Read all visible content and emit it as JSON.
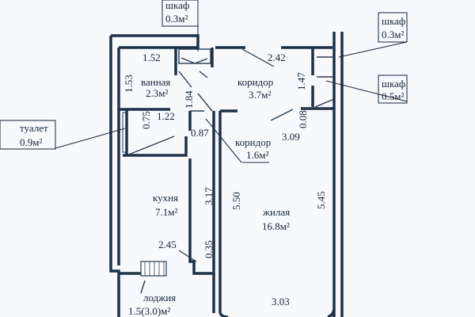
{
  "rooms": {
    "bathroom": {
      "name": "ванная",
      "area": "2.3м²"
    },
    "corridor_upper": {
      "name": "коридор",
      "area": "3.7м²"
    },
    "corridor_lower": {
      "name": "коридор",
      "area": "1.6м²"
    },
    "kitchen": {
      "name": "кухня",
      "area": "7.1м²"
    },
    "living_room": {
      "name": "жилая",
      "area": "16.8м²"
    },
    "loggia": {
      "name": "лоджия",
      "area": "1.5(3.0)м²"
    }
  },
  "callouts": {
    "closet_top": {
      "name": "шкаф",
      "area": "0.3м²"
    },
    "closet_right_upper": {
      "name": "шкаф",
      "area": "0.3м²"
    },
    "closet_right_lower": {
      "name": "шкаф",
      "area": "0.5м²"
    },
    "toilet": {
      "name": "туалет",
      "area": "0.9м²"
    }
  },
  "dimensions": {
    "bathroom_width": "1.52",
    "bathroom_height": "1.53",
    "corridor_top": "2.42",
    "corridor_side": "1.47",
    "bathroom_door": "1.84",
    "toilet_width": "1.22",
    "toilet_height": "0.75",
    "corridor_small": "0.87",
    "closet_depth": "0.08",
    "living_top": "3.09",
    "kitchen_height": "3.17",
    "living_left": "5.50",
    "living_right": "5.45",
    "kitchen_width": "2.45",
    "loggia_door": "0.35",
    "living_bottom": "3.03"
  }
}
